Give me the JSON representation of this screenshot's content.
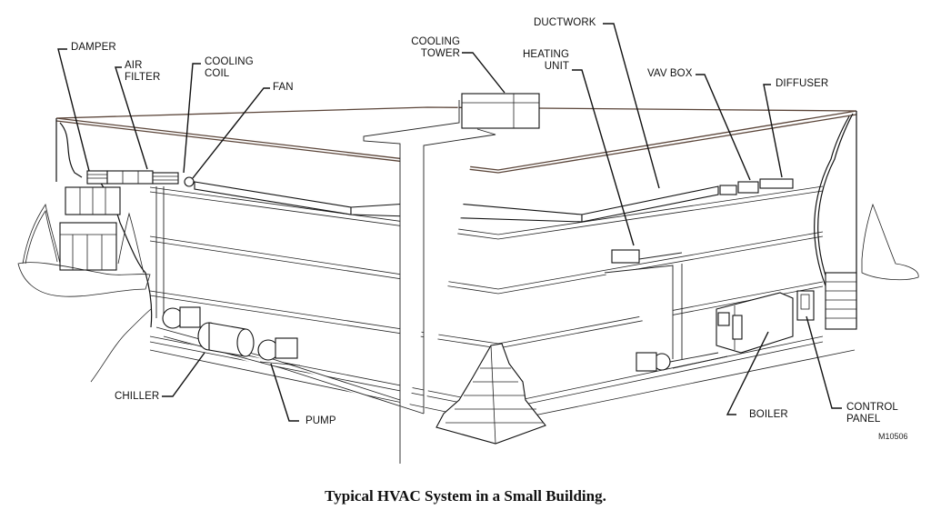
{
  "figure": {
    "caption": "Typical HVAC System in a Small Building.",
    "figure_id": "M10506"
  },
  "labels": {
    "damper": "DAMPER",
    "air_filter": "AIR\nFILTER",
    "cooling_coil": "COOLING\nCOIL",
    "fan": "FAN",
    "cooling_tower": "COOLING\nTOWER",
    "heating_unit": "HEATING\nUNIT",
    "ductwork": "DUCTWORK",
    "vav_box": "VAV BOX",
    "diffuser": "DIFFUSER",
    "chiller": "CHILLER",
    "pump": "PUMP",
    "boiler": "BOILER",
    "control_panel": "CONTROL\nPANEL"
  }
}
